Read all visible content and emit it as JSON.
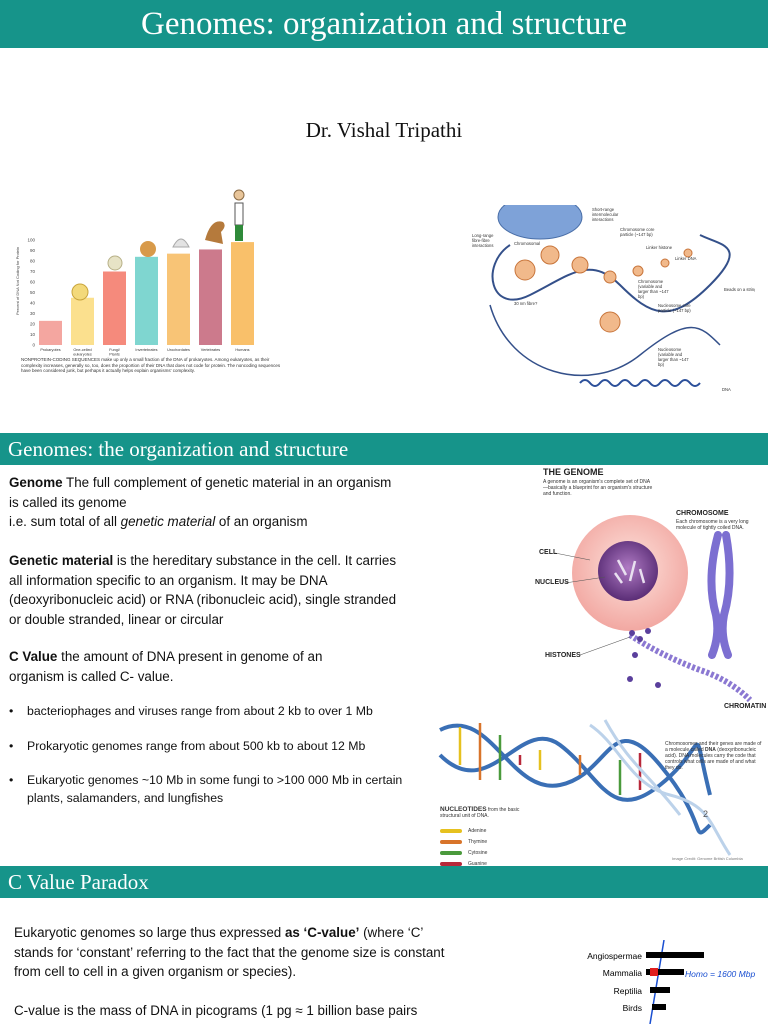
{
  "slide1": {
    "title": "Genomes: organization and structure",
    "author": "Dr. Vishal Tripathi",
    "bar_chart": {
      "ylabel": "Percent of DNA Not Coding for Protein",
      "yticks": [
        "100",
        "90",
        "80",
        "70",
        "60",
        "50",
        "40",
        "30",
        "20",
        "10",
        "0"
      ],
      "categories": [
        "Prokaryotes",
        "One-celled eukaryotes",
        "Fungi/ Plants",
        "Invertebrates",
        "Urochordates",
        "Vertebrates",
        "Humans"
      ],
      "caption": "NONPROTEIN-CODING SEQUENCES make up only a small fraction of the DNA of prokaryotes. Among eukaryotes, as their complexity increases, generally so, too, does the proportion of their DNA that does not code for protein. The noncoding sequences have been considered junk, but perhaps it actually helps explain organisms' complexity."
    },
    "chromatin_diagram": {
      "labels": [
        "Long-range fibre-fibre interactions",
        "Short-range intermolecular interactions",
        "Chromosome core particle (~147 bp)",
        "Linker histone",
        "Linker DNA",
        "Chromosome (variable and larger than ~147 bp)",
        "Nucleosome core particle (~147 bp)",
        "Beads on a string",
        "30 nm fibre?",
        "Nucleosome (variable and larger than ~147 bp)",
        "DNA",
        "Chromosomal"
      ]
    }
  },
  "slide2": {
    "heading": "Genomes: the organization and structure",
    "genome_bold": "Genome",
    "genome_text": " The full complement of genetic material in an organism is called its genome",
    "ie_prefix": " i.e. sum total of all ",
    "ie_italic": "genetic material",
    "ie_suffix": " of an organism",
    "gm_bold": "Genetic material",
    "gm_text": " is the hereditary substance in the cell. It carries all information specific to an organism. It may be DNA (deoxyribonucleic acid) or RNA (ribonucleic acid), single stranded or double stranded, linear or circular",
    "cv_bold": "C Value",
    "cv_text": " the amount of DNA present in genome of an organism is called C- value.",
    "bullets": [
      "bacteriophages and viruses range from about 2 kb to over 1 Mb",
      "Prokaryotic genomes range from about 500 kb to about 12 Mb",
      "Eukaryotic genomes  ~10 Mb in some fungi to >100 000 Mb in certain plants, salamanders, and lungfishes"
    ],
    "bullet_char": "•",
    "slide_number": "2",
    "figure": {
      "title": "THE GENOME",
      "intro": "A genome is an organism's complete set of DNA—basically a blueprint for an organism's structure and function.",
      "chromosome_label": "CHROMOSOME",
      "chromosome_text": "Each chromosome is a very long molecule of tightly coiled DNA.",
      "cell_label": "CELL",
      "nucleus_label": "NUCLEUS",
      "histones_label": "HISTONES",
      "chromatin_label": "CHROMATIN",
      "dna_text_pre": "Chromosomes and their genes are made of a molecule called ",
      "dna_bold": "DNA",
      "dna_text_post": " (deoxyribonucleic acid). DNA molecules carry the code that controls what cells are made of and what they do.",
      "nucleotides_label": "NUCLEOTIDES",
      "nucleotides_text": " from the basic structural unit of DNA.",
      "bases": [
        {
          "name": "Adenine",
          "color": "#e6c11f"
        },
        {
          "name": "Thymine",
          "color": "#d8742a"
        },
        {
          "name": "Cytosine",
          "color": "#4a9a3c"
        },
        {
          "name": "Guanine",
          "color": "#b8283a"
        }
      ],
      "credit": "Image Credit: Genome British Columbia"
    }
  },
  "slide3": {
    "heading": "C Value Paradox",
    "p1_pre": "Eukaryotic genomes so large thus expressed ",
    "p1_bold": "as ‘C-value’",
    "p1_post": " (where ‘C’ stands for ‘constant’ referring to the fact that the genome size is constant from cell to cell in a given organism or species).",
    "p2": "C-value is the mass of DNA in picograms (1 pg ≈ 1 billion base pairs",
    "chart": {
      "categories": [
        "Angiospermae",
        "Mammalia",
        "Reptilia",
        "Birds"
      ],
      "annotation": "Homo = 1600 Mbp"
    }
  },
  "colors": {
    "banner": "#16948a",
    "bars": [
      "#f4a6a0",
      "#fbe08e",
      "#f58a7c",
      "#7fd6d0",
      "#f8c476",
      "#cc7a8c",
      "#f9c06a"
    ]
  }
}
